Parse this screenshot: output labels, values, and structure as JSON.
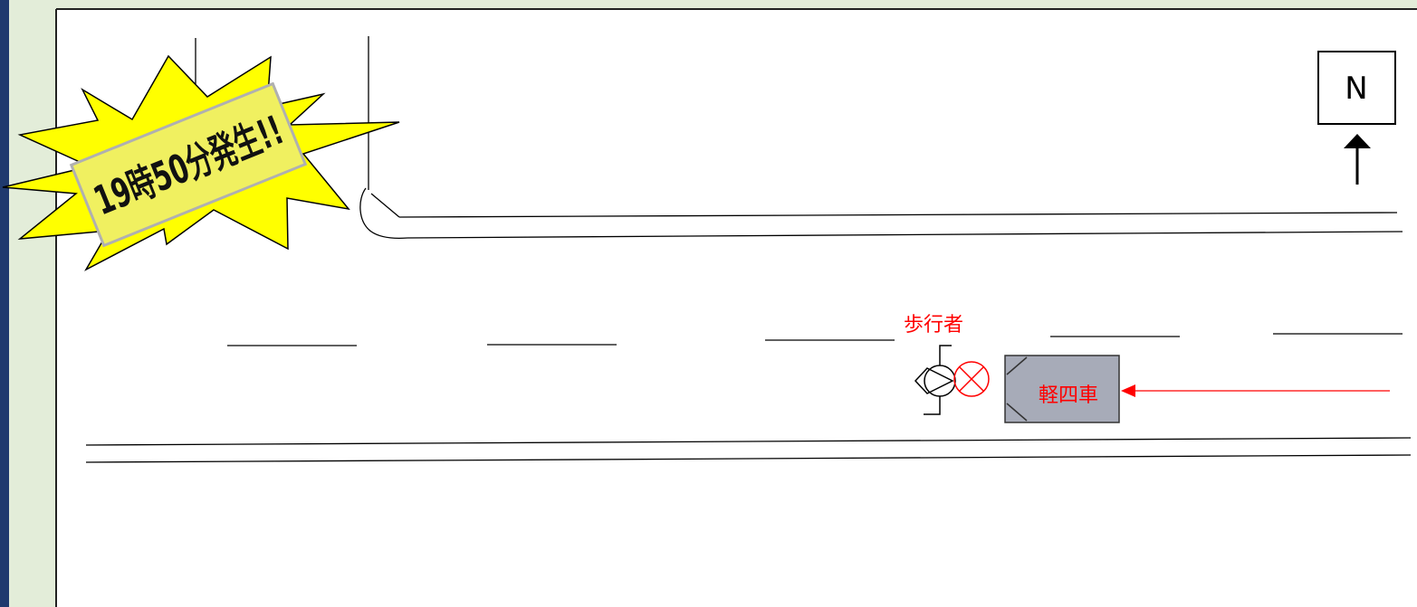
{
  "diagram": {
    "compass_label": "N",
    "pedestrian_label": "歩行者",
    "vehicle_label": "軽四車",
    "time_burst_label": "19時50分発生!!"
  },
  "colors": {
    "background_frame": "#e3edd9",
    "left_bar": "#1f3a6e",
    "burst_fill": "#ffff00",
    "burst_label_bg": "#f0f060",
    "vehicle_fill": "#a7abb8",
    "accent_red": "#ff0000"
  },
  "icons": {
    "compass": "north-arrow-icon",
    "pedestrian": "pedestrian-symbol-icon",
    "collision": "collision-x-circle-icon",
    "direction": "red-arrow-icon"
  }
}
